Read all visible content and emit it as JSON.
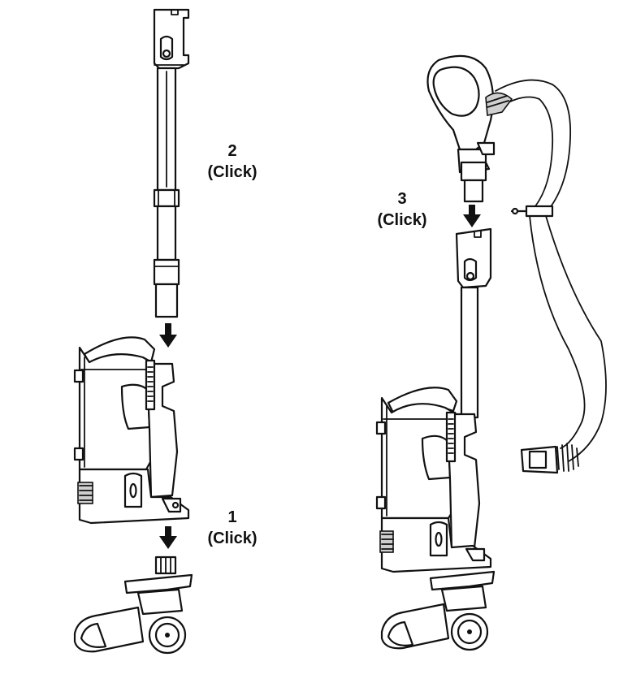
{
  "steps": [
    {
      "number": "2",
      "action": "(Click)"
    },
    {
      "number": "3",
      "action": "(Click)"
    },
    {
      "number": "1",
      "action": "(Click)"
    }
  ],
  "colors": {
    "line": "#111111",
    "background": "#ffffff",
    "shade": "#cfcfcf"
  }
}
